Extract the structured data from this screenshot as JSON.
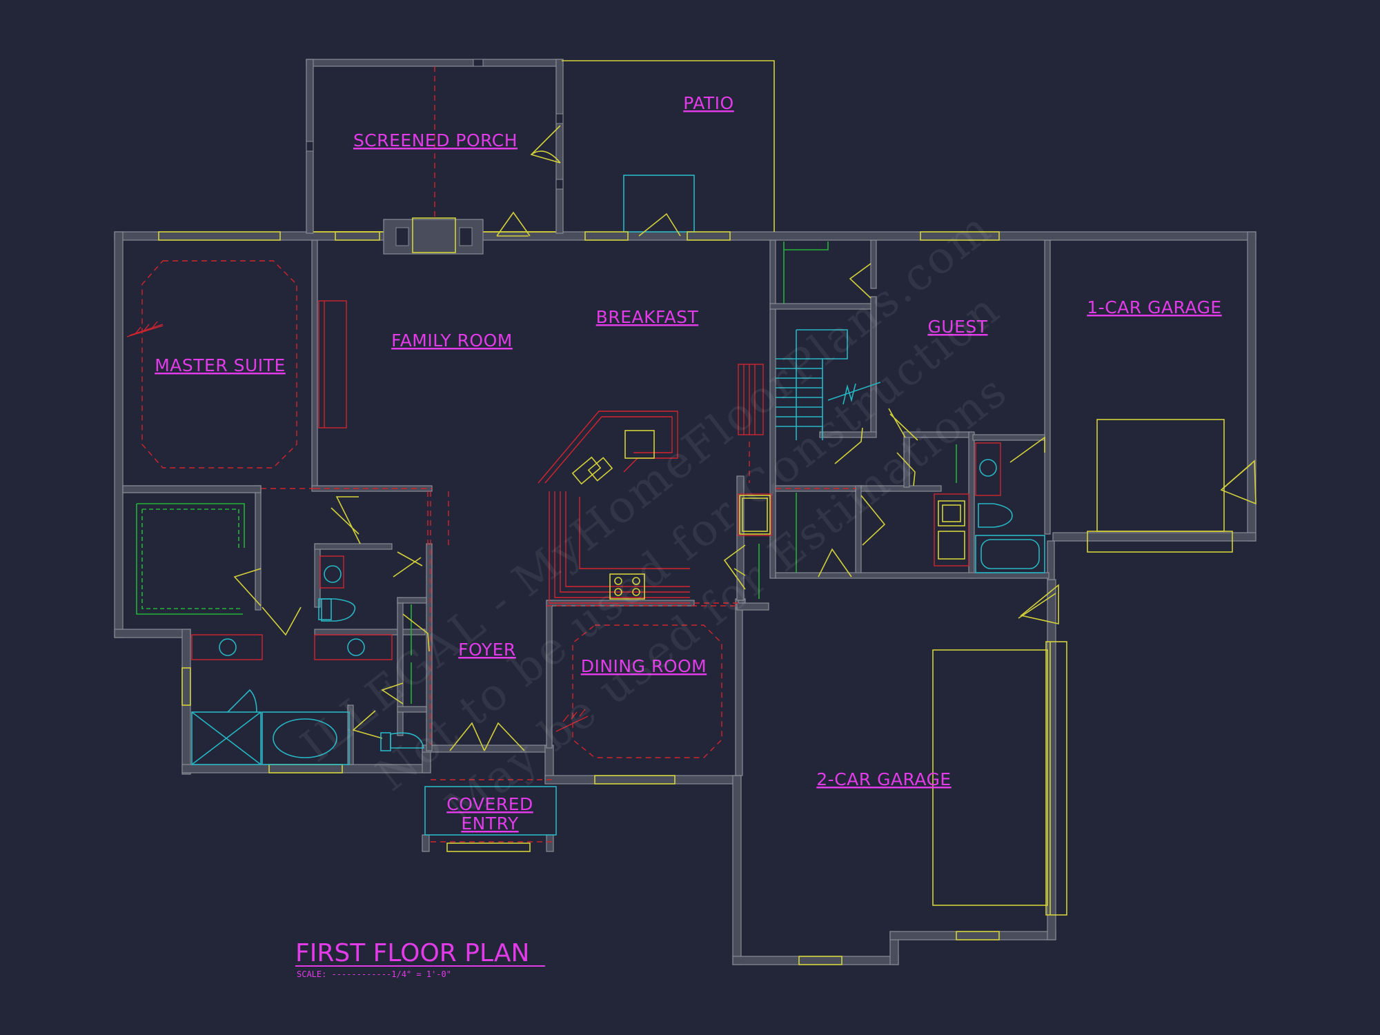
{
  "plan": {
    "title": "FIRST FLOOR PLAN",
    "scale_text": "SCALE: ------------1/4\" = 1'-0\""
  },
  "rooms": {
    "screened_porch": "SCREENED PORCH",
    "patio": "PATIO",
    "master_suite": "MASTER SUITE",
    "family_room": "FAMILY ROOM",
    "breakfast": "BREAKFAST",
    "guest": "GUEST",
    "one_car_garage": "1-CAR GARAGE",
    "foyer": "FOYER",
    "dining_room": "DINING ROOM",
    "covered_entry_line1": "COVERED",
    "covered_entry_line2": "ENTRY",
    "two_car_garage": "2-CAR GARAGE"
  },
  "watermark": {
    "line1": "ILLEGAL - MyHomeFloorPlans.com",
    "line2": "Not to be used for Construction",
    "line3": "May be used for Estimations"
  },
  "colors": {
    "background": "#232639",
    "walls": "#8a8c96",
    "labels": "#e23be8",
    "fixtures_yellow": "#d4d23a",
    "dashed_red": "#d1252f",
    "plumbing_cyan": "#27b7c4",
    "closet_green": "#25b33a"
  }
}
